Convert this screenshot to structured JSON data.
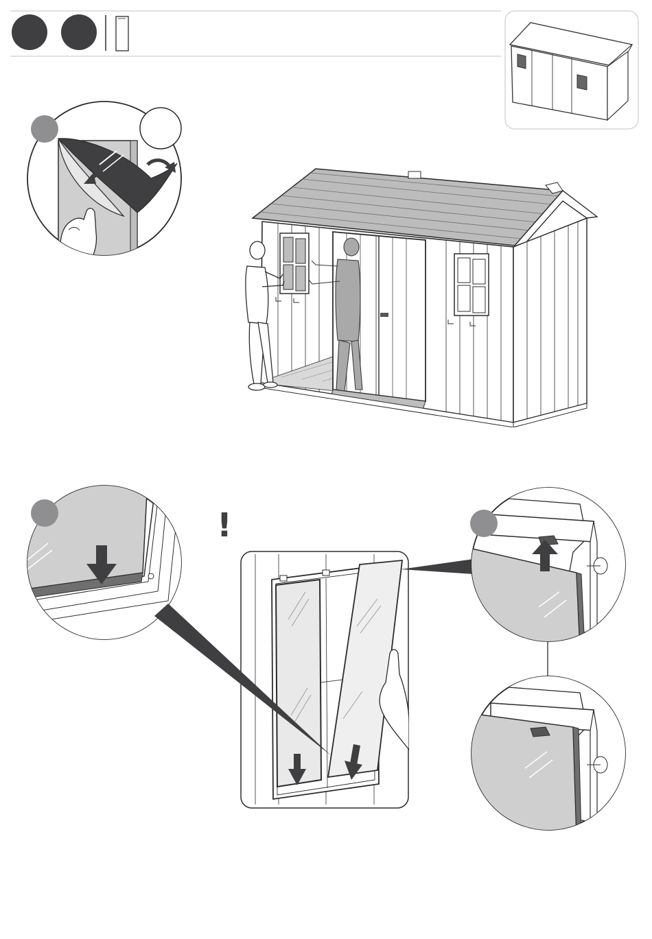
{
  "header": {
    "step_circle_color": "#3f3f41",
    "rule_color": "#cfcfcf",
    "part_icon": "panel-part-icon"
  },
  "overview": {
    "icon": "shed-overview-thumbnail"
  },
  "warning": {
    "symbol": "!",
    "color": "#3f3f41"
  },
  "callouts": [
    {
      "name": "detail-peel-film",
      "badge_color": "#8f8f91",
      "icon": "peel-protective-film"
    },
    {
      "name": "detail-seat-bottom-edge",
      "badge_color": "#8f8f91",
      "icon": "press-down-arrow"
    },
    {
      "name": "detail-clip-top-lifted",
      "badge_color": "#8f8f91",
      "icon": "push-up-arrow"
    },
    {
      "name": "detail-clip-top-locked",
      "badge_color": "#8f8f91",
      "icon": "clip-locked"
    }
  ],
  "colors": {
    "line": "#2b2b2b",
    "panel_fill": "#cfcfcf",
    "arrow": "#3f3f41",
    "glass": "#e9e9e9"
  }
}
